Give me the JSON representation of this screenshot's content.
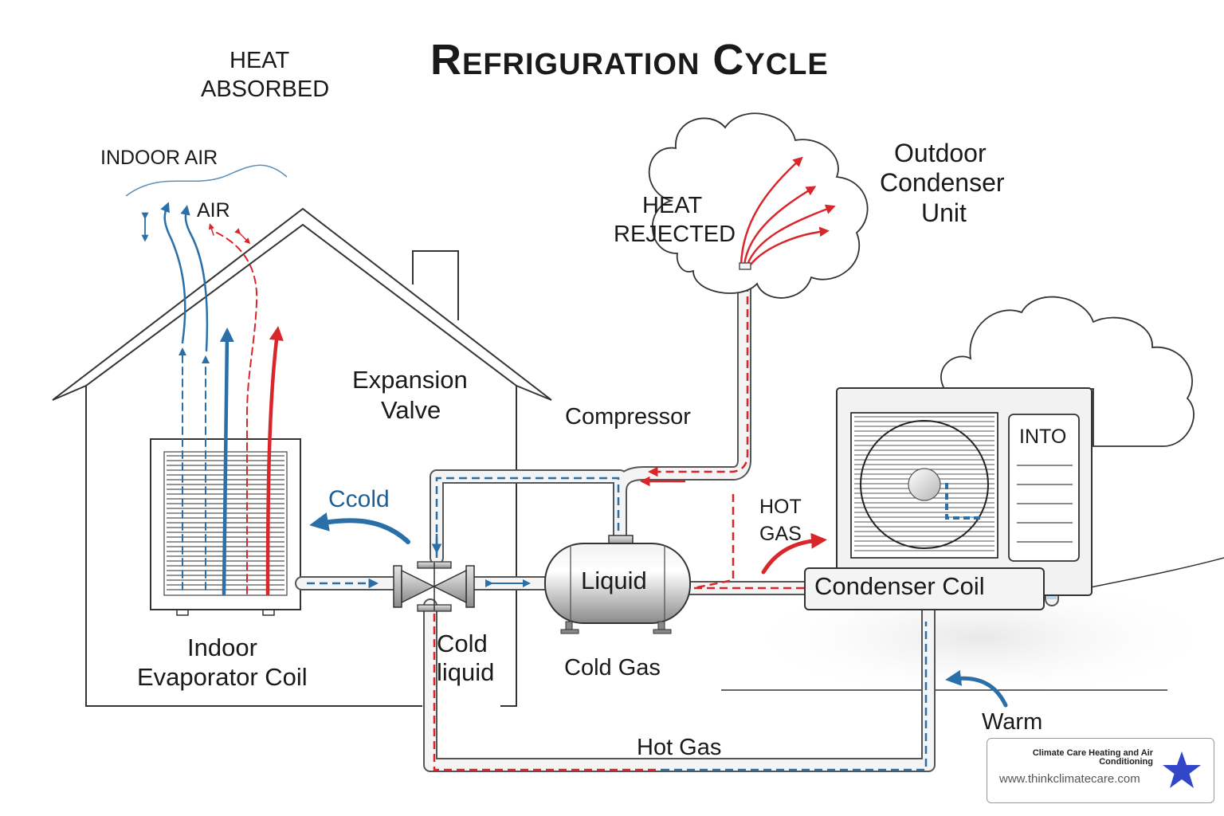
{
  "title": "Refriguration Cycle",
  "labels": {
    "heat_absorbed_line1": "HEAT",
    "heat_absorbed_line2": "ABSORBED",
    "indoor_air": "INDOOR AIR",
    "air": "AIR",
    "heat_rejected_line1": "HEAT",
    "heat_rejected_line2": "REJECTED",
    "outdoor_unit_line1": "Outdoor",
    "outdoor_unit_line2": "Condenser",
    "outdoor_unit_line3": "Unit",
    "expansion_valve_line1": "Expansion",
    "expansion_valve_line2": "Valve",
    "compressor": "Compressor",
    "cold": "Ccold",
    "hot_gas_line1": "HOT",
    "hot_gas_line2": "GAS",
    "into": "INTO",
    "liquid": "Liquid",
    "condenser_coil": "Condenser Coil",
    "indoor_coil_line1": "Indoor",
    "indoor_coil_line2": "Evaporator Coil",
    "cold_liquid_line1": "Cold",
    "cold_liquid_line2": "liquid",
    "cold_gas": "Cold Gas",
    "warm": "Warm",
    "hot_gas_bottom": "Hot Gas"
  },
  "branding": {
    "name": "Climate Care Heating and Air Conditioning",
    "url": "www.thinkclimatecare.com",
    "logo_icon": "star-icon"
  },
  "colors": {
    "hot": "#d9262b",
    "cold": "#2a6fa8",
    "outline": "#333333",
    "pipe_fill": "#f4f4f4",
    "star": "#3346c8"
  }
}
